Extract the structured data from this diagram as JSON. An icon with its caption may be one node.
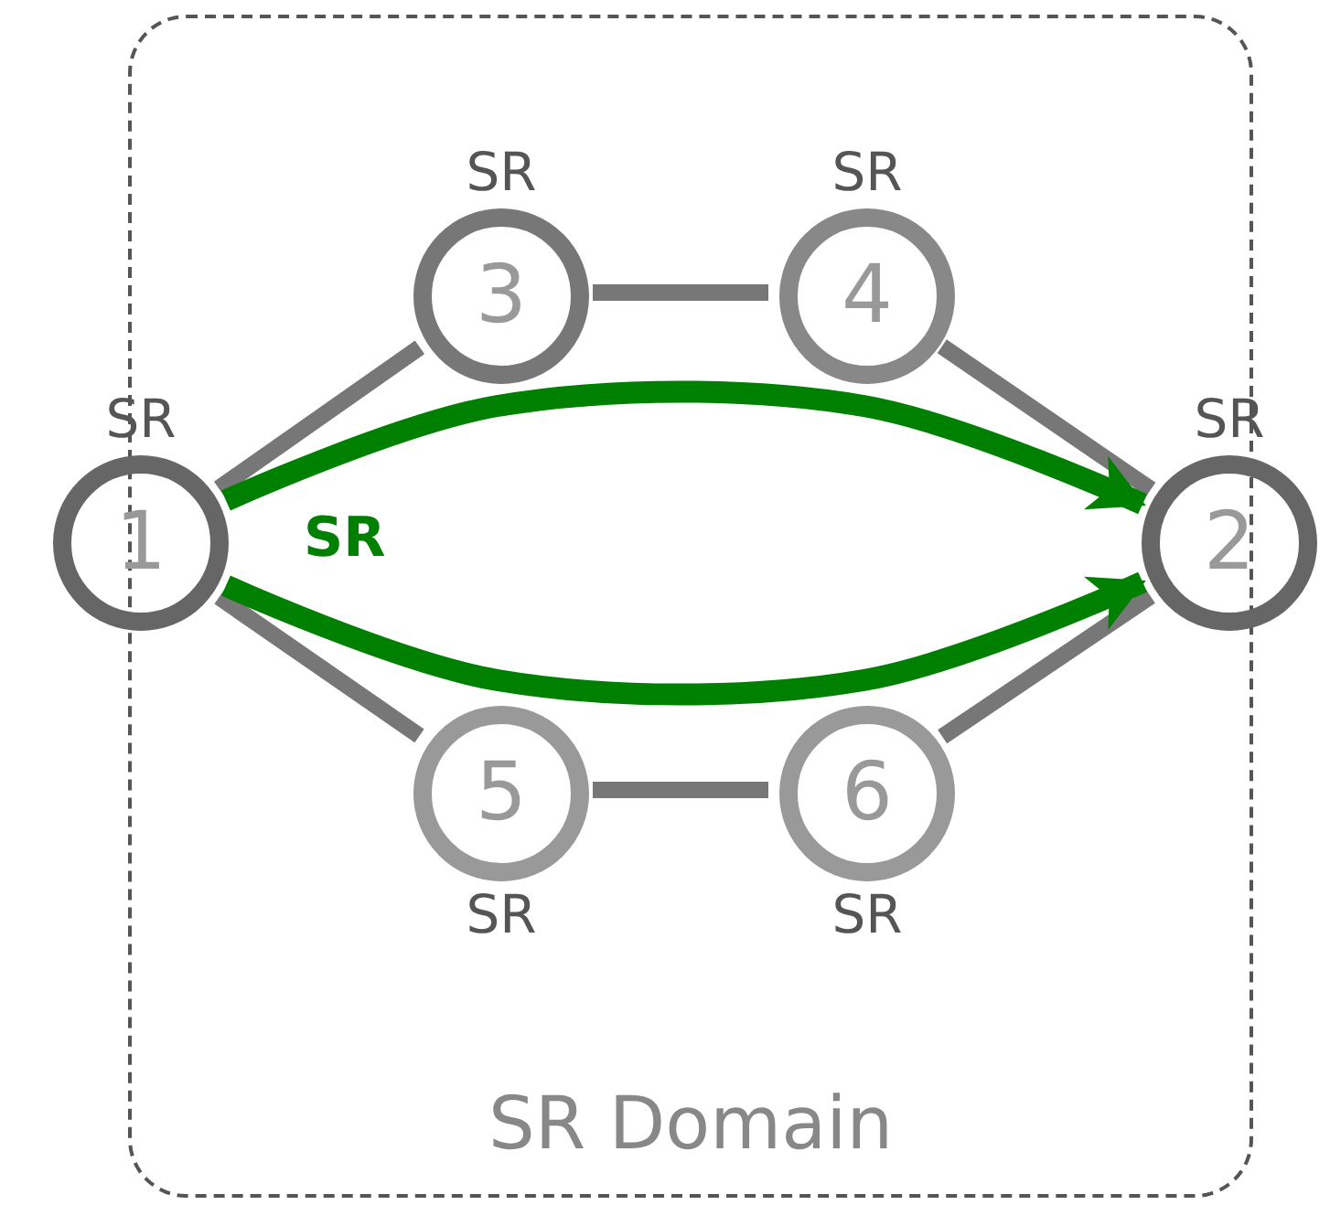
{
  "diagram": {
    "nodes": [
      {
        "text": [
          "SR Domain"
        ]
      },
      {
        "text": [
          "1"
        ],
        "beside": [
          "SR"
        ]
      },
      {
        "text": [
          "2"
        ],
        "beside": [
          "SR"
        ]
      },
      {
        "text": [
          "3"
        ],
        "beside": [
          "SR"
        ],
        "in": 0
      },
      {
        "text": [
          "4"
        ],
        "beside": [
          "SR"
        ],
        "in": 0
      },
      {
        "text": [
          "5"
        ],
        "beside": [
          "SR"
        ],
        "in": 0
      },
      {
        "text": [
          "6"
        ],
        "beside": [
          "SR"
        ],
        "in": 0
      }
    ],
    "edges": [
      {
        "from": 1,
        "to": 3,
        "arrow": "none"
      },
      {
        "from": 3,
        "to": 4,
        "arrow": "none"
      },
      {
        "from": 4,
        "to": 2,
        "arrow": "none"
      },
      {
        "from": 1,
        "to": 5,
        "arrow": "none"
      },
      {
        "from": 5,
        "to": 6,
        "arrow": "none"
      },
      {
        "from": 6,
        "to": 2,
        "arrow": "none"
      },
      {
        "from": 1,
        "to": 2,
        "arrow": "to",
        "color": "#008000"
      },
      {
        "from": 1,
        "to": 2,
        "arrow": "to",
        "color": "#008000"
      }
    ],
    "labels": [
      "SR"
    ]
  }
}
